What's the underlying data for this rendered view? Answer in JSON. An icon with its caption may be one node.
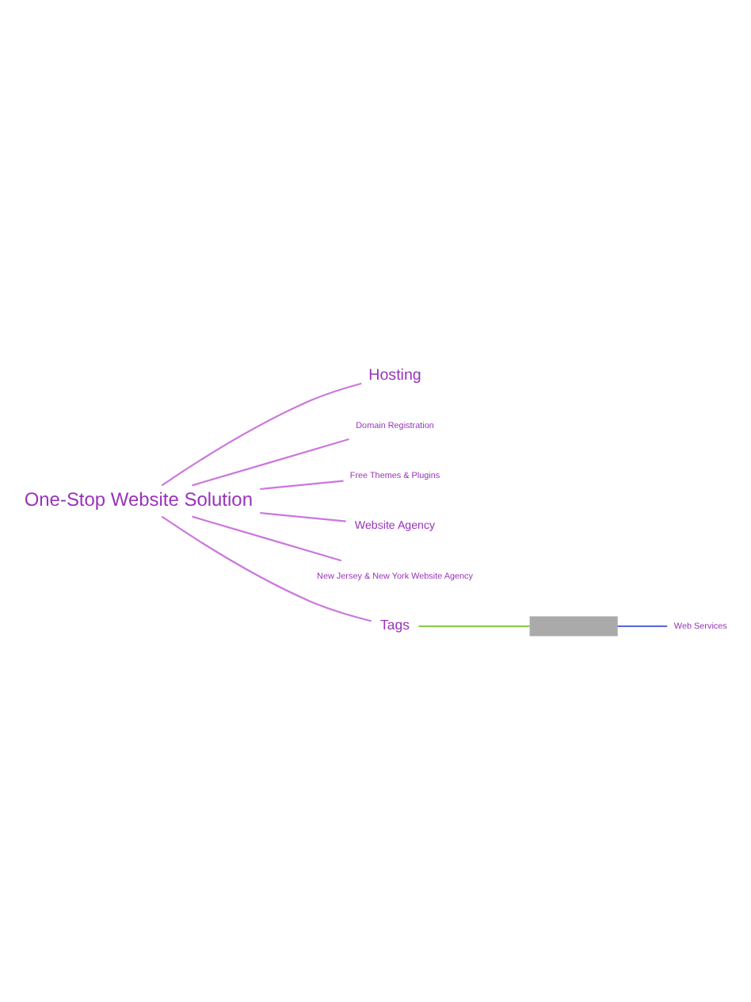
{
  "diagram": {
    "nodes": [
      {
        "text": [
          "One-Stop Website Solution"
        ]
      },
      {
        "text": [
          "Hosting"
        ]
      },
      {
        "text": [
          "Domain Registration"
        ]
      },
      {
        "text": [
          "Free Themes & Plugins"
        ]
      },
      {
        "text": [
          "Website Agency"
        ]
      },
      {
        "text": [
          "New Jersey & New York Website Agency"
        ]
      },
      {
        "text": [
          "Tags"
        ]
      },
      {
        "text": [],
        "shape": "box"
      },
      {
        "text": [
          "Web Services"
        ]
      }
    ],
    "edges": [
      {
        "from": 0,
        "to": 1,
        "arrow": "none"
      },
      {
        "from": 0,
        "to": 2,
        "arrow": "none"
      },
      {
        "from": 0,
        "to": 3,
        "arrow": "none"
      },
      {
        "from": 0,
        "to": 4,
        "arrow": "none"
      },
      {
        "from": 0,
        "to": 5,
        "arrow": "none"
      },
      {
        "from": 0,
        "to": 6,
        "arrow": "none"
      },
      {
        "from": 6,
        "to": 7,
        "arrow": "none",
        "color": "#88cc44"
      },
      {
        "from": 7,
        "to": 8,
        "arrow": "none",
        "color": "#5566dd"
      }
    ]
  }
}
